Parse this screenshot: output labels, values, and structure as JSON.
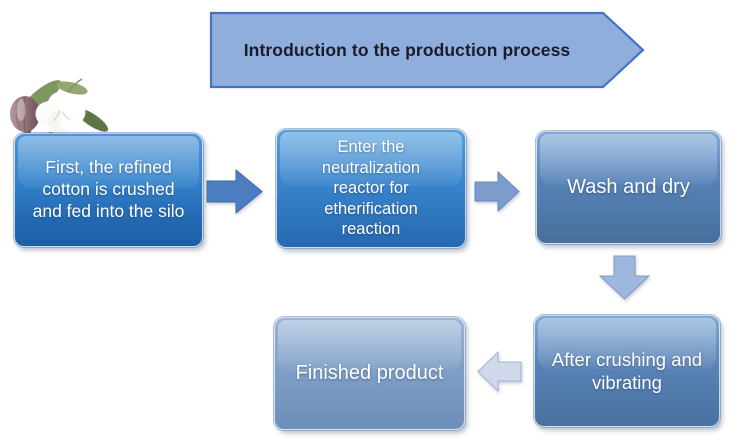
{
  "banner": {
    "title": "Introduction to the production process",
    "fill_color": "#8FAEDC",
    "border_color": "#4472C4",
    "text_color": "#1B1B29"
  },
  "decoration": {
    "image": "cotton-flower-with-leaves-and-bud"
  },
  "flow": {
    "text_color": "#FFFFFF",
    "steps": [
      {
        "id": "step-1",
        "label": "First, the refined\ncotton is crushed\nand fed into the silo",
        "color": "#2F7AC6"
      },
      {
        "id": "step-2",
        "label": "Enter the\nneutralization\nreactor for\netherification\nreaction",
        "color": "#3A86CC"
      },
      {
        "id": "step-3",
        "label": "Wash and dry",
        "color": "#5681B6"
      },
      {
        "id": "step-4",
        "label": "After crushing and\nvibrating",
        "color": "#5983B7"
      },
      {
        "id": "step-5",
        "label": "Finished product",
        "color": "#7F9FC6"
      }
    ],
    "connectors": [
      {
        "from": "step-1",
        "to": "step-2",
        "direction": "right",
        "color": "#4C7DC0"
      },
      {
        "from": "step-2",
        "to": "step-3",
        "direction": "right",
        "color": "#7D9CCC"
      },
      {
        "from": "step-3",
        "to": "step-4",
        "direction": "down",
        "color": "#9FB7DC"
      },
      {
        "from": "step-4",
        "to": "step-5",
        "direction": "left",
        "color": "#CFD9EB"
      }
    ]
  },
  "colors": {
    "background": "#FFFFFF"
  }
}
